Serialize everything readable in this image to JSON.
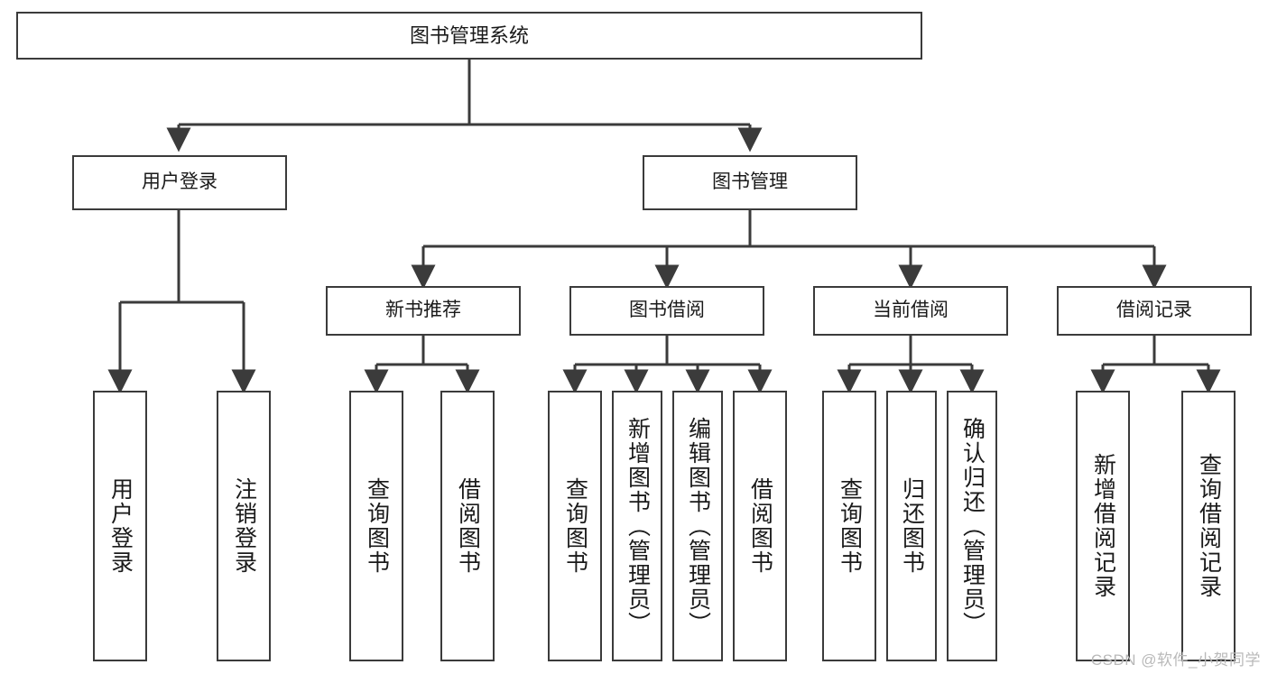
{
  "diagram": {
    "title": "图书管理系统",
    "type": "function-structure-tree",
    "root": {
      "id": "root",
      "label": "图书管理系统"
    },
    "level2": [
      {
        "id": "user-login",
        "label": "用户登录"
      },
      {
        "id": "book-manage",
        "label": "图书管理"
      }
    ],
    "level3": [
      {
        "id": "new-book-recommend",
        "label": "新书推荐",
        "parent": "book-manage"
      },
      {
        "id": "book-borrow",
        "label": "图书借阅",
        "parent": "book-manage"
      },
      {
        "id": "current-borrow",
        "label": "当前借阅",
        "parent": "book-manage"
      },
      {
        "id": "borrow-record",
        "label": "借阅记录",
        "parent": "book-manage"
      }
    ],
    "leaves": [
      {
        "id": "leaf-user-login",
        "label": "用户登录",
        "parent": "user-login"
      },
      {
        "id": "leaf-logout-login",
        "label": "注销登录",
        "parent": "user-login"
      },
      {
        "id": "leaf-query-book-1",
        "label": "查询图书",
        "parent": "new-book-recommend"
      },
      {
        "id": "leaf-borrow-book-1",
        "label": "借阅图书",
        "parent": "new-book-recommend"
      },
      {
        "id": "leaf-query-book-2",
        "label": "查询图书",
        "parent": "book-borrow"
      },
      {
        "id": "leaf-add-book",
        "label": "新增图书（管理员）",
        "parent": "book-borrow"
      },
      {
        "id": "leaf-edit-book",
        "label": "编辑图书（管理员）",
        "parent": "book-borrow"
      },
      {
        "id": "leaf-borrow-book-2",
        "label": "借阅图书",
        "parent": "book-borrow"
      },
      {
        "id": "leaf-query-book-3",
        "label": "查询图书",
        "parent": "current-borrow"
      },
      {
        "id": "leaf-return-book",
        "label": "归还图书",
        "parent": "current-borrow"
      },
      {
        "id": "leaf-confirm-return",
        "label": "确认归还（管理员）",
        "parent": "current-borrow"
      },
      {
        "id": "leaf-add-record",
        "label": "新增借阅记录",
        "parent": "borrow-record"
      },
      {
        "id": "leaf-query-record",
        "label": "查询借阅记录",
        "parent": "borrow-record"
      }
    ],
    "colors": {
      "stroke": "#3b3b3b",
      "fill": "#ffffff",
      "text": "#1a1a1a",
      "watermark": "#b9b9b9"
    }
  },
  "watermark": {
    "text": "CSDN @软件_小贺同学"
  }
}
